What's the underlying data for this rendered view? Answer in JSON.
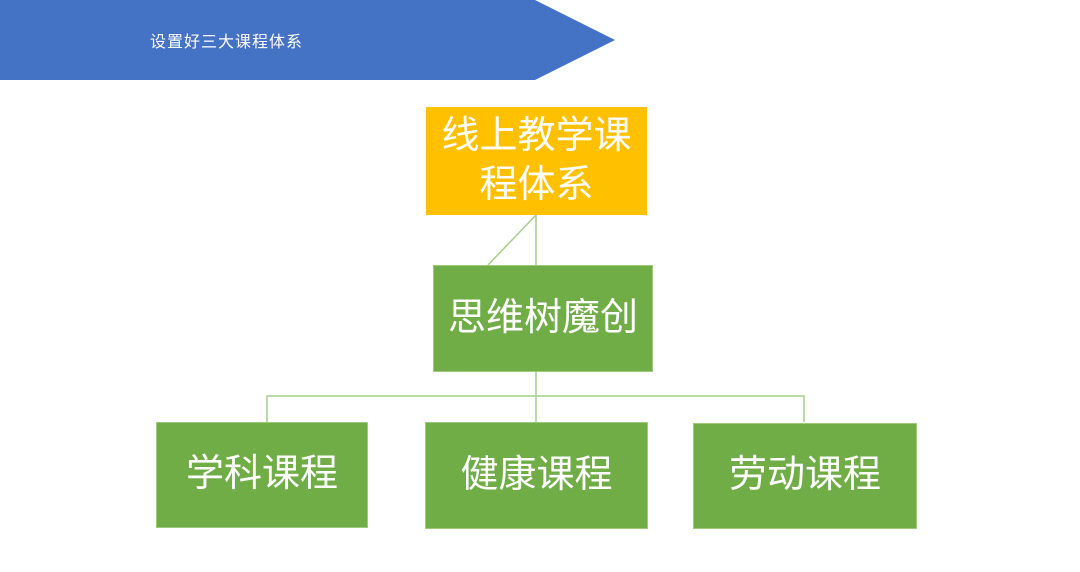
{
  "slide": {
    "banner_title": "设置好三大课程体系"
  },
  "diagram": {
    "root": {
      "label": "线上教学课程体系"
    },
    "middle": {
      "label": "思维树魔创"
    },
    "children": [
      {
        "label": "学科课程"
      },
      {
        "label": "健康课程"
      },
      {
        "label": "劳动课程"
      }
    ]
  },
  "colors": {
    "banner_blue": "#4472C4",
    "root_fill": "#FFC000",
    "node_green_fill": "#70AD47",
    "node_green_border": "#9CCB7A",
    "connector_green": "#A5CE8C",
    "text_white": "#FFFFFF"
  }
}
